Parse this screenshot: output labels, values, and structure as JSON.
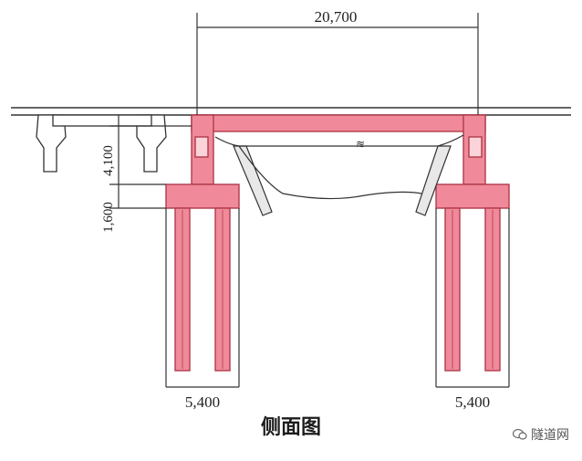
{
  "dimensions": {
    "span": "20,700",
    "wall_height": "4,100",
    "footing_height": "1,600",
    "left_footing_width": "5,400",
    "right_footing_width": "5,400"
  },
  "labels": {
    "water_symbol": "≋"
  },
  "caption": "侧面图",
  "watermark": "隧道网",
  "colors": {
    "structure_fill": "#f08a9a",
    "structure_stroke": "#b03a4a",
    "line": "#333333"
  }
}
